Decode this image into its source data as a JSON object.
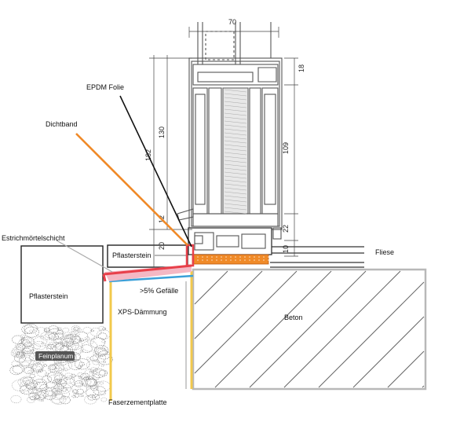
{
  "dimensions": {
    "frame_width": "70",
    "d18": "18",
    "d109": "109",
    "d22": "22",
    "d10": "10",
    "d130": "130",
    "d182": "182",
    "d12": "12",
    "d20": "20"
  },
  "labels": {
    "epdm_folie": "EPDM Folie",
    "dichtband": "Dichtband",
    "estrichmoertelschicht": "Estrichmörtelschicht",
    "pflasterstein_small": "Pflasterstein",
    "fliese": "Fliese",
    "pflasterstein_large": "Pflasterstein",
    "gefaelle": ">5% Gefälle",
    "xps_daemmung": "XPS-Dämmung",
    "beton": "Beton",
    "feinplanum": "Feinplanum",
    "faserzementplatte": "Faserzementplatte"
  },
  "colors": {
    "dichtband": "#f08a28",
    "epdm_folie": "#111111",
    "seal_red": "#e8404a",
    "seal_pink": "#f4b8c4",
    "faserzement": "#f2c94c",
    "membrane_blue": "#3aa0d8",
    "gravel": "#9a9a9a",
    "concrete_outline": "#b8b8b8",
    "frame_gray": "#555555"
  }
}
